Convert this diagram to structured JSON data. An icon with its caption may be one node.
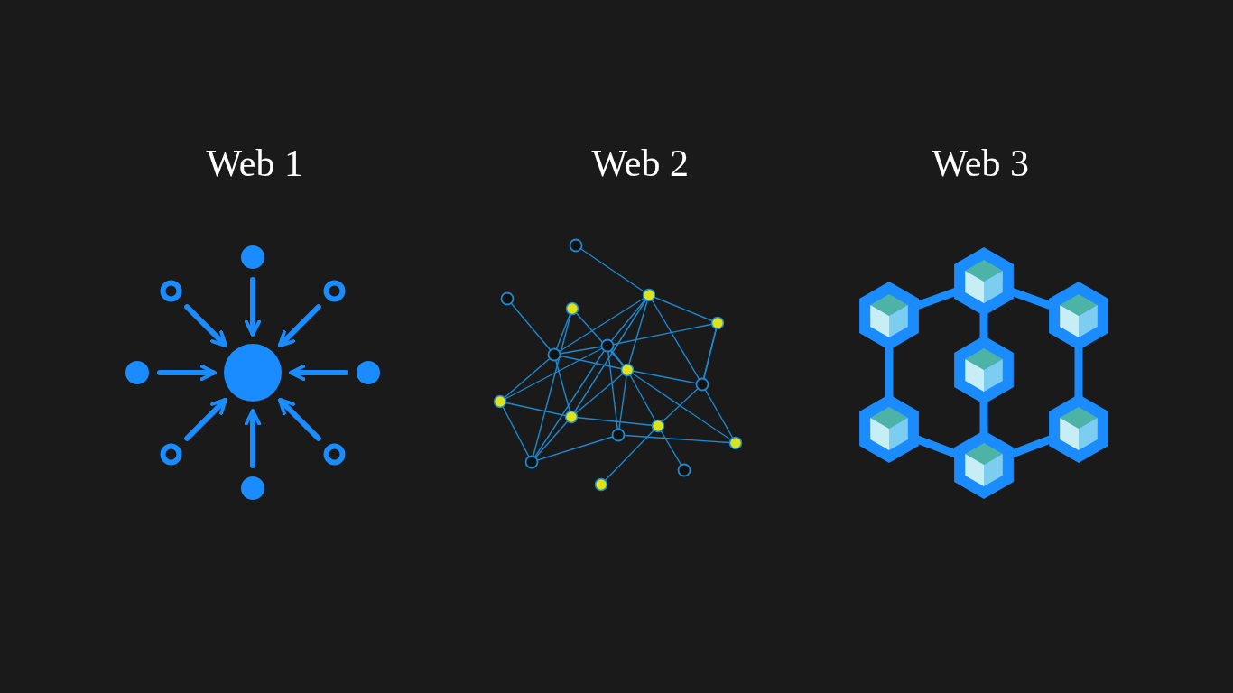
{
  "diagram": {
    "labels": [
      "Web 1",
      "Web 2",
      "Web 3"
    ]
  }
}
